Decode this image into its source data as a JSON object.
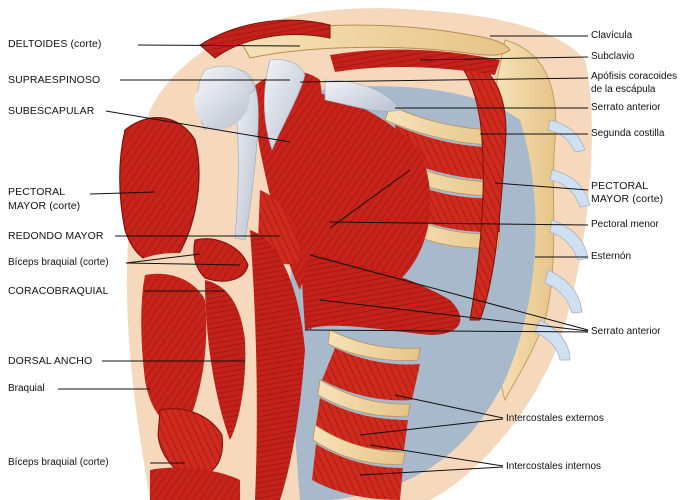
{
  "colors": {
    "muscle": "#c8231a",
    "muscle_dark": "#8f140e",
    "muscle_light": "#e0473a",
    "tendon": "#dfe3ea",
    "bone": "#f1d6a0",
    "skin": "#f6d9bd",
    "leader_line": "#111111"
  },
  "labels": {
    "left": {
      "deltoides": "DELTOIDES (corte)",
      "supraespinoso": "SUPRAESPINOSO",
      "subescapular": "SUBESCAPULAR",
      "pectoral_mayor_l1": "PECTORAL",
      "pectoral_mayor_l2": "MAYOR (corte)",
      "redondo_mayor": "REDONDO MAYOR",
      "biceps_braquial": "Bíceps braquial (corte)",
      "coracobraquial": "CORACOBRAQUIAL",
      "dorsal_ancho": "DORSAL ANCHO",
      "braquial": "Braquial",
      "biceps_braquial_2": "Bíceps braquial (corte)"
    },
    "right": {
      "clavicula": "Clavícula",
      "subclavio": "Subclavio",
      "apofisis_l1": "Apófisis coracoides",
      "apofisis_l2": "de la escápula",
      "serrato_anterior_1": "Serrato anterior",
      "segunda_costilla": "Segunda costilla",
      "pectoral_mayor_l1": "PECTORAL",
      "pectoral_mayor_l2": "MAYOR (corte)",
      "pectoral_menor": "Pectoral menor",
      "esternon": "Esternón",
      "serrato_anterior_2": "Serrato anterior",
      "intercostales_externos": "Intercostales externos",
      "intercostales_internos": "Intercostales internos"
    }
  }
}
